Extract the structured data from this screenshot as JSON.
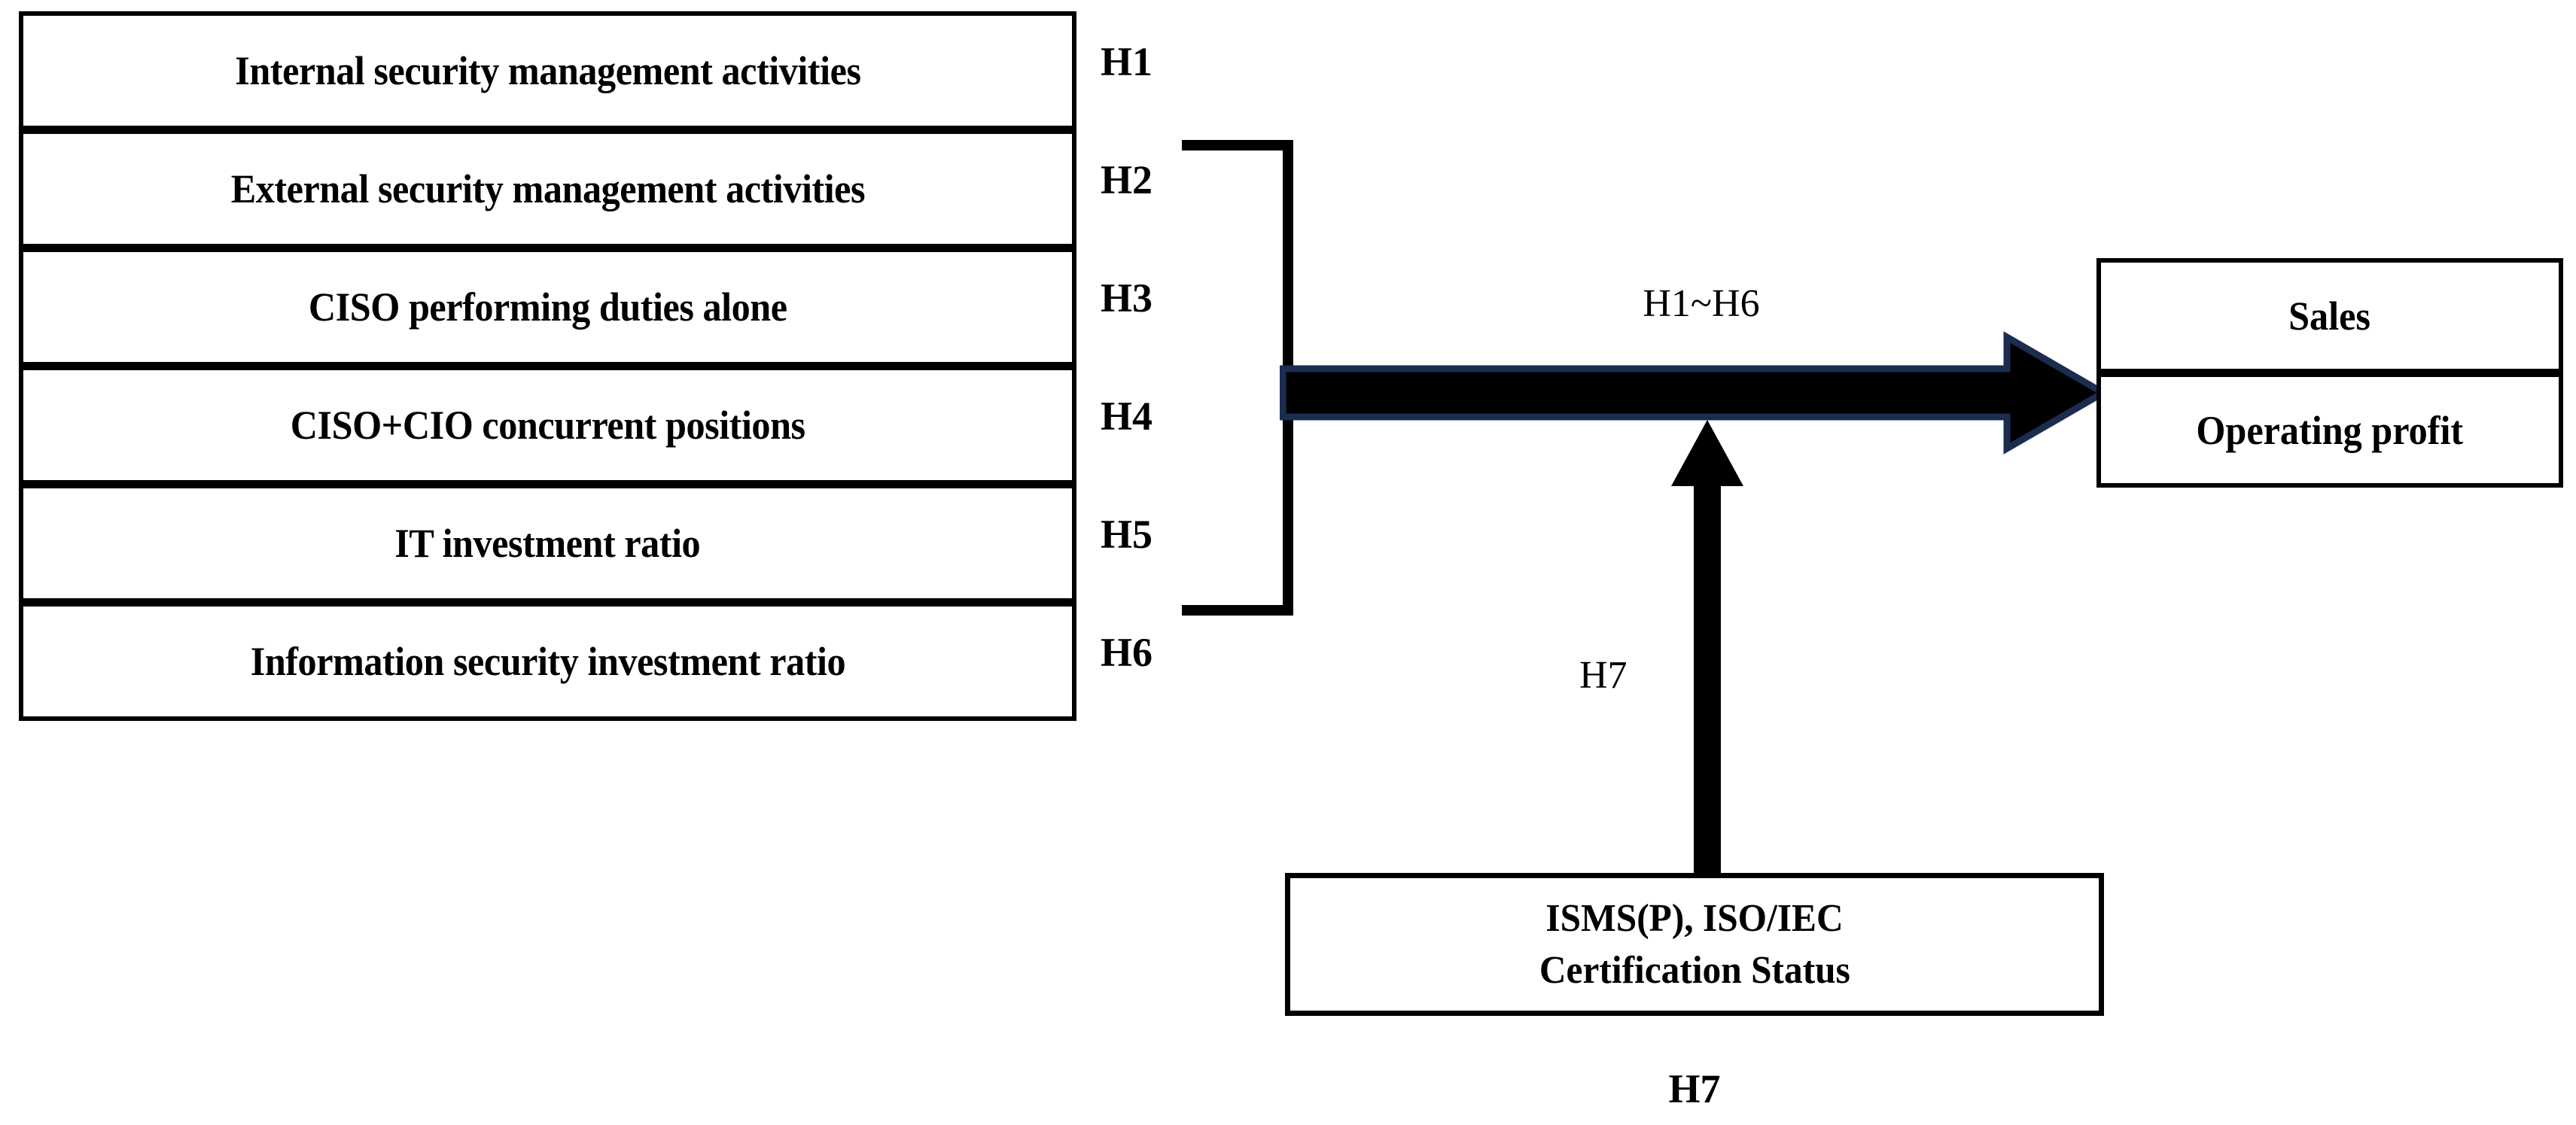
{
  "diagram": {
    "type": "research-model",
    "constructs": [
      {
        "label": "Internal security management activities",
        "hypothesis": "H1"
      },
      {
        "label": "External security management activities",
        "hypothesis": "H2"
      },
      {
        "label": "CISO performing duties alone",
        "hypothesis": "H3"
      },
      {
        "label": "CISO+CIO concurrent positions",
        "hypothesis": "H4"
      },
      {
        "label": "IT investment ratio",
        "hypothesis": "H5"
      },
      {
        "label": "Information security investment ratio",
        "hypothesis": "H6"
      }
    ],
    "main_arrow": {
      "label": "H1~H6",
      "fill_color": "#000000",
      "outline_color": "#1b2c4f",
      "highlight_color": "#c9cedb"
    },
    "outcomes": [
      {
        "label": "Sales"
      },
      {
        "label": "Operating profit"
      }
    ],
    "moderator": {
      "line1": "ISMS(P), ISO/IEC",
      "line2": "Certification Status",
      "arrow_label": "H7",
      "caption": "H7",
      "arrow_color": "#000000"
    },
    "group_bracket": {
      "spans": [
        "H2",
        "H3",
        "H4",
        "H5"
      ],
      "color": "#000000"
    },
    "colors": {
      "background": "#ffffff",
      "stroke": "#000000",
      "text": "#000000"
    }
  }
}
